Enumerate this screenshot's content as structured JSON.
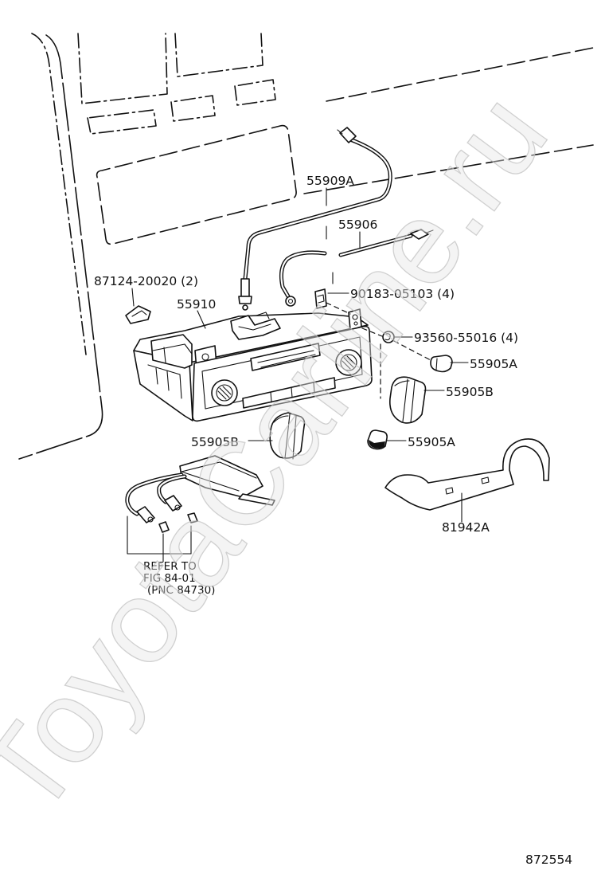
{
  "callouts": {
    "part_55909a": "55909A",
    "part_55906": "55906",
    "part_87124": "87124-20020 (2)",
    "part_55910": "55910",
    "part_90183": "90183-05103 (4)",
    "part_93560": "93560-55016 (4)",
    "part_55905a_upper": "55905A",
    "part_55905b_upper": "55905B",
    "part_55905b_lower": "55905B",
    "part_55905a_lower": "55905A",
    "part_81942a": "81942A"
  },
  "reference_note": {
    "line1": "REFER TO",
    "line2": "FIG 84-01",
    "line3": "(PNC 84730)"
  },
  "figure": {
    "figure_number": "872554",
    "watermark": "ToyotaCarline.ru"
  }
}
